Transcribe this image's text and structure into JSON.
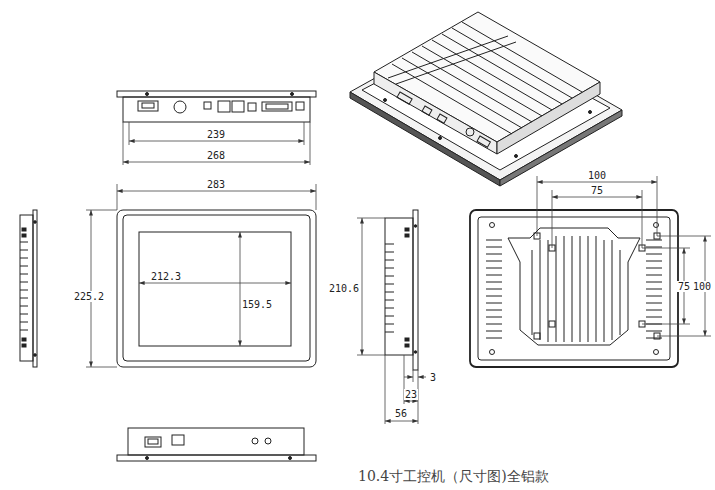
{
  "diagram": {
    "caption": "10.4寸工控机（尺寸图)全铝款",
    "labels": [
      "239",
      "268",
      "283",
      "225.2",
      "212.3",
      "159.5",
      "210.6",
      "3",
      "23",
      "56",
      "100",
      "75",
      "75",
      "100"
    ]
  }
}
